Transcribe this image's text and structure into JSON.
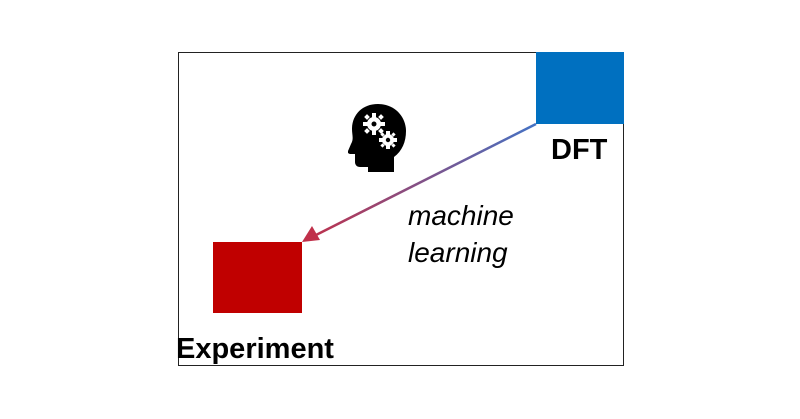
{
  "diagram": {
    "labels": {
      "dft": "DFT",
      "experiment": "Experiment",
      "ml_line1": "machine",
      "ml_line2": "learning"
    },
    "colors": {
      "dft": "#0070c0",
      "experiment": "#c00000",
      "arrow_start": "#4472c4",
      "arrow_end": "#c0304a"
    },
    "icons": {
      "head": "head-with-gears-icon"
    }
  }
}
